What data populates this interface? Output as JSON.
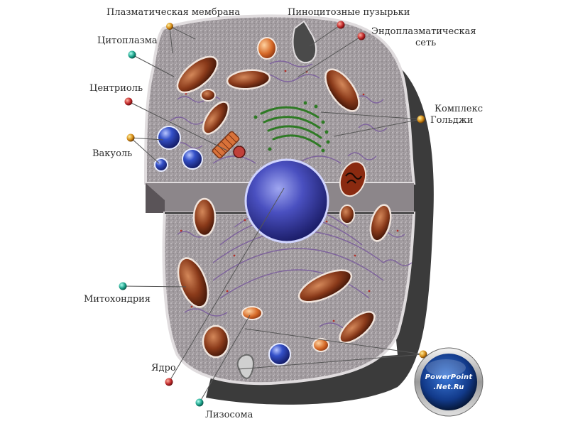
{
  "labels": {
    "plasma_membrane": "Плазматическая мембрана",
    "pinocytic_vesicles": "Пиноцитозные пузырьки",
    "er_line1": "Эндоплазматическая",
    "er_line2": "сеть",
    "cytoplasm": "Цитоплазма",
    "centriole": "Центриоль",
    "golgi_line1": "Комплекс",
    "golgi_line2": "Гольджи",
    "vacuole": "Вакуоль",
    "mitochondria": "Митохондрия",
    "nucleus": "Ядро",
    "lysosome": "Лизосома"
  },
  "logo": {
    "line1": "PowerPoint",
    "line2": ".Net.Ru"
  },
  "colors": {
    "cytoplasm": "#9c969a",
    "shadow": "#3d3d3d",
    "membrane": "#d8d4d6",
    "mitochondria": "#7a3318",
    "nucleus": "#3a3ea0",
    "golgi": "#2f7a25",
    "er": "#7b5a9a",
    "vacuole": "#2c45b5",
    "lysosome": "#d46a2a",
    "pin_red": "#c0282a",
    "pin_teal": "#1aa28a",
    "pin_orange": "#d48a14"
  }
}
